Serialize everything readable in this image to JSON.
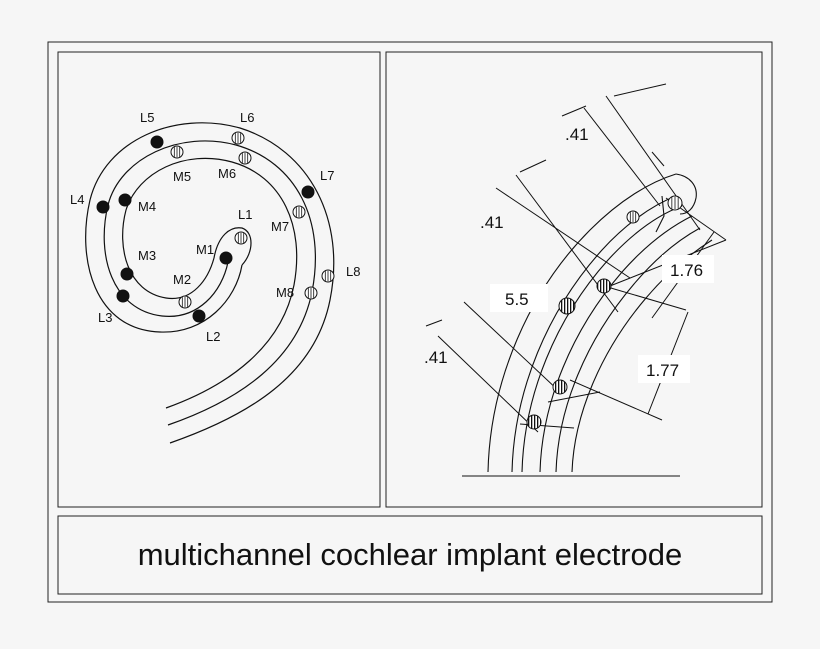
{
  "caption": "multichannel cochlear implant electrode",
  "left_panel": {
    "lateral_labels": [
      "L1",
      "L2",
      "L3",
      "L4",
      "L5",
      "L6",
      "L7",
      "L8"
    ],
    "medial_labels": [
      "M1",
      "M2",
      "M4",
      "M3",
      "M5",
      "M6",
      "M7",
      "M8"
    ]
  },
  "right_panel": {
    "dimensions": [
      ".41",
      ".41",
      ".41",
      "5.5",
      "1.76",
      "1.77"
    ]
  },
  "colors": {
    "line": "#111111",
    "panel_bg": "#f6f6f6",
    "label_box": "#ffffff"
  }
}
